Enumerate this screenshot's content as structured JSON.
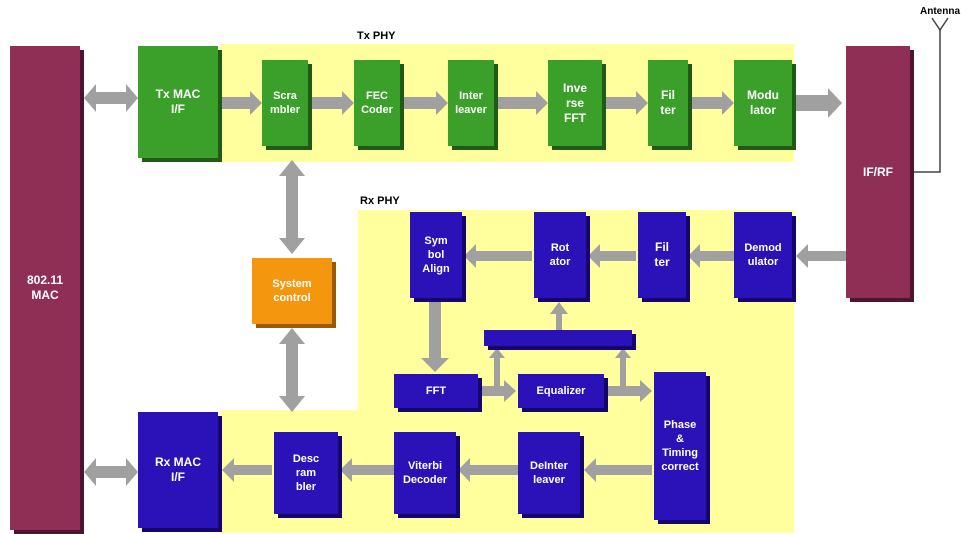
{
  "diagram": {
    "tx_phy_label": "Tx PHY",
    "rx_phy_label": "Rx PHY",
    "antenna_label": "Antenna",
    "mac": "802.11\nMAC",
    "if_rf": "IF/RF",
    "system_control": "System\ncontrol",
    "tx_blocks": {
      "tx_mac_if": "Tx MAC\nI/F",
      "scrambler": "Scra\nmbler",
      "fec_coder": "FEC\nCoder",
      "interleaver": "Inter\nleaver",
      "inverse_fft": "Inve\nrse\nFFT",
      "filter": "Fil\nter",
      "modulator": "Modu\nlator"
    },
    "rx_blocks": {
      "demodulator": "Demod\nulator",
      "filter": "Fil\nter",
      "rotator": "Rot\nator",
      "symbol_align": "Sym\nbol\nAlign",
      "fft": "FFT",
      "equalizer": "Equalizer",
      "phase_timing": "Phase\n&\nTiming\ncorrect",
      "deinterleaver": "DeInter\nleaver",
      "viterbi": "Viterbi\nDecoder",
      "descrambler": "Desc\nram\nbler",
      "rx_mac_if": "Rx MAC\nI/F"
    },
    "colors": {
      "region": "#ffff9e",
      "tx_block": "#3aa02a",
      "rx_block": "#2b12b8",
      "mac_rf": "#8f2f56",
      "system_control": "#f5960f",
      "arrow": "#a0a0a0"
    }
  }
}
